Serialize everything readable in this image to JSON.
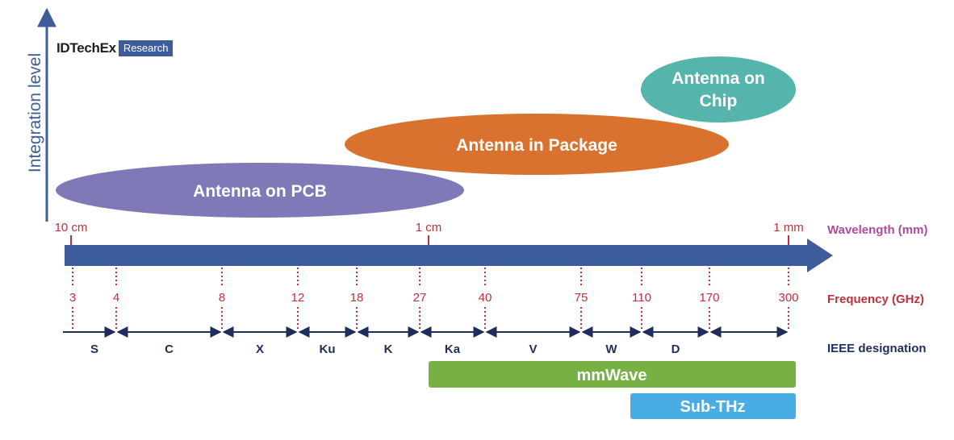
{
  "logo": {
    "brand": "IDTechEx",
    "tag": "Research"
  },
  "axis_label_y": "Integration level",
  "ellipses": [
    {
      "label": "Antenna on PCB",
      "color": "#7f79b8"
    },
    {
      "label": "Antenna in Package",
      "color": "#d9722e"
    },
    {
      "label": "Antenna on",
      "label2": "Chip",
      "color": "#55b5ad"
    }
  ],
  "wavelength": {
    "title": "Wavelength (mm)",
    "ticks": [
      "10 cm",
      "1 cm",
      "1 mm"
    ]
  },
  "frequency": {
    "title": "Frequency (GHz)",
    "ticks": [
      "3",
      "4",
      "8",
      "12",
      "18",
      "27",
      "40",
      "75",
      "110",
      "170",
      "300"
    ]
  },
  "ieee": {
    "title": "IEEE designation",
    "bands": [
      "S",
      "C",
      "X",
      "Ku",
      "K",
      "Ka",
      "V",
      "W",
      "D"
    ]
  },
  "bars": [
    {
      "label": "mmWave",
      "color": "#77b043"
    },
    {
      "label": "Sub-THz",
      "color": "#47ade2"
    }
  ],
  "colors": {
    "arrow": "#3d5c9c",
    "tick_red": "#c0303a",
    "wavelength_title": "#b04a9a",
    "frequency_title": "#c0303a",
    "ieee_title": "#1e2d5c",
    "band_text": "#1e2d5c"
  }
}
